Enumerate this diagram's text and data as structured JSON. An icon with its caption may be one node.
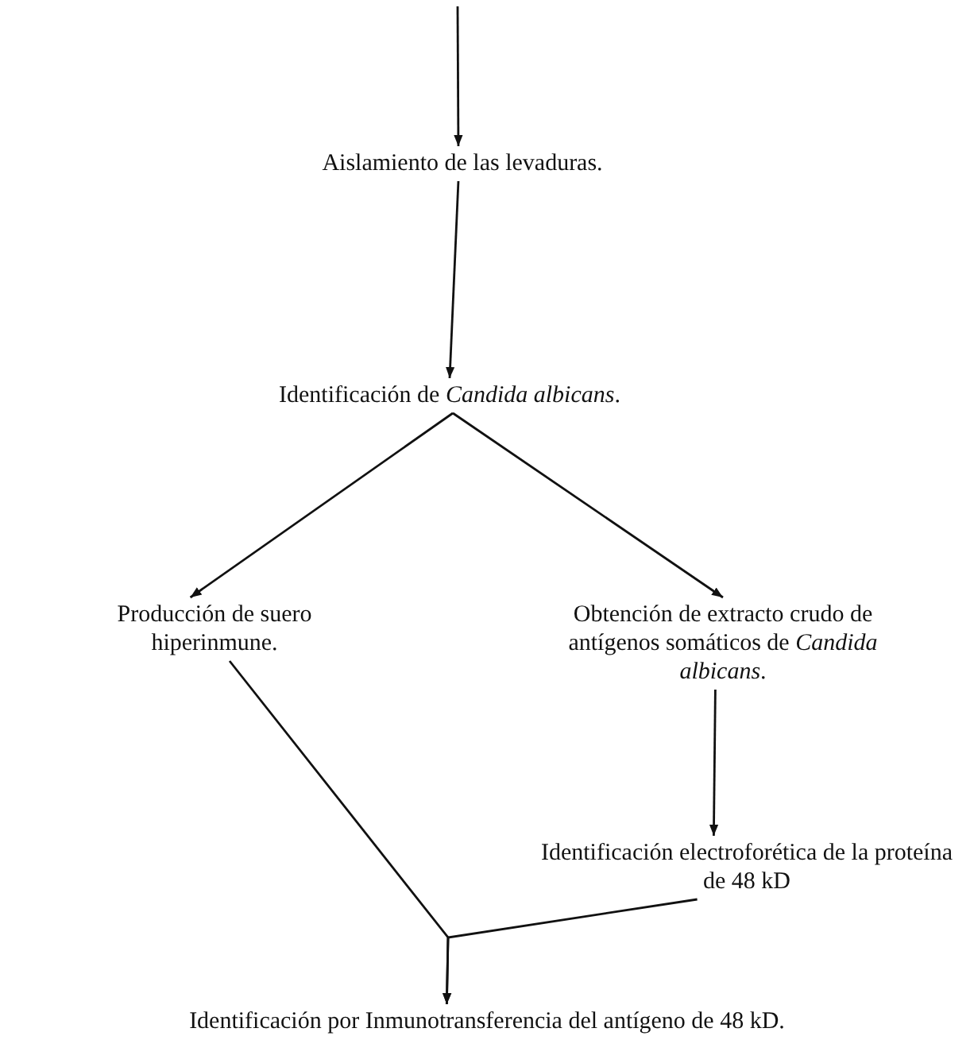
{
  "diagram": {
    "nodes": [
      {
        "text": [
          "Aislamiento de las levaduras."
        ]
      },
      {
        "text": [
          "Identificación de *Candida albicans*."
        ]
      },
      {
        "text": [
          "Producción de suero hiperinmune."
        ]
      },
      {
        "text": [
          "Obtención  de extracto crudo de antígenos somáticos de *Candida albicans*."
        ]
      },
      {
        "text": [
          "Identificación electroforética de la proteína de 48 kD"
        ]
      },
      {
        "text": [
          "Identificación por Inmunotransferencia del antígeno de 48 kD."
        ]
      }
    ],
    "edges": [
      {
        "from": null,
        "to": 0,
        "arrow": "to"
      },
      {
        "from": 0,
        "to": 1,
        "arrow": "to"
      },
      {
        "from": 1,
        "to": 2,
        "arrow": "to"
      },
      {
        "from": 1,
        "to": 3,
        "arrow": "to"
      },
      {
        "from": 3,
        "to": 4,
        "arrow": "to"
      },
      {
        "from": 2,
        "to": 5,
        "arrow": "to"
      },
      {
        "from": 4,
        "to": 5,
        "arrow": "to"
      }
    ]
  }
}
